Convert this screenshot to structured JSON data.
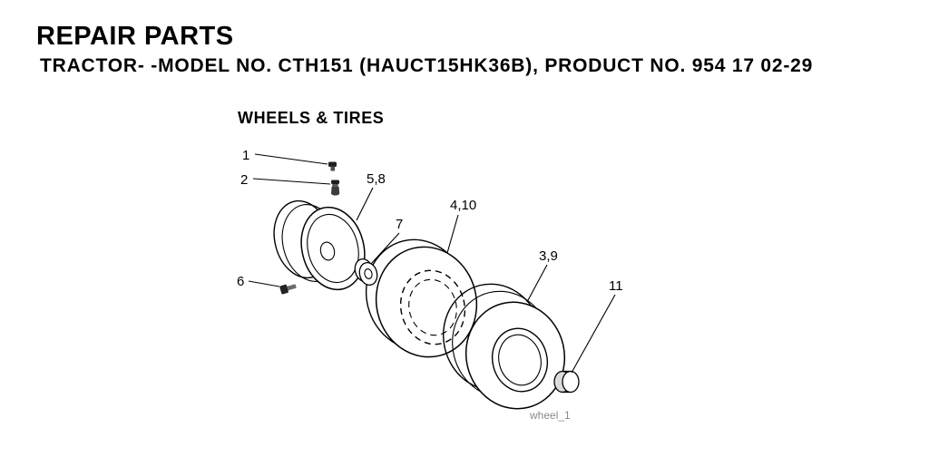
{
  "header": {
    "title": "REPAIR PARTS",
    "subtitle": "TRACTOR- -MODEL NO. CTH151 (HAUCT15HK36B), PRODUCT NO. 954 17 02-29"
  },
  "diagram": {
    "section_title": "WHEELS & TIRES",
    "watermark": "wheel_1",
    "callouts": [
      {
        "label": "1"
      },
      {
        "label": "2"
      },
      {
        "label": "5,8"
      },
      {
        "label": "7"
      },
      {
        "label": "4,10"
      },
      {
        "label": "3,9"
      },
      {
        "label": "6"
      },
      {
        "label": "11"
      }
    ]
  },
  "colors": {
    "ink": "#000000",
    "watermark": "#8a8a8a",
    "background": "#ffffff"
  }
}
